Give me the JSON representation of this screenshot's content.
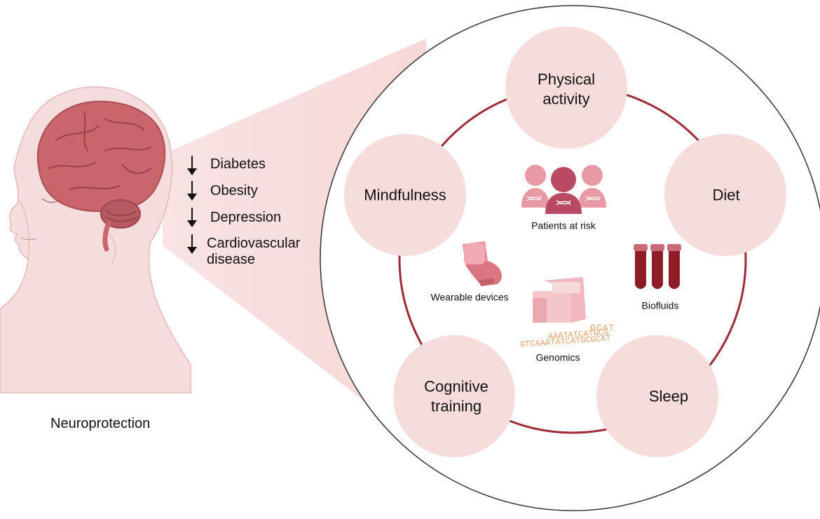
{
  "head": {
    "caption": "Neuroprotection"
  },
  "risk_factors": [
    {
      "label": "Diabetes"
    },
    {
      "label": "Obesity"
    },
    {
      "label": "Depression"
    },
    {
      "label": "Cardiovascular disease",
      "line1": "Cardiovascular",
      "line2": "disease"
    }
  ],
  "pillars": {
    "physical_activity": {
      "line1": "Physical",
      "line2": "activity"
    },
    "diet": {
      "label": "Diet"
    },
    "sleep": {
      "label": "Sleep"
    },
    "cognitive_training": {
      "line1": "Cognitive",
      "line2": "training"
    },
    "mindfulness": {
      "label": "Mindfulness"
    }
  },
  "center": {
    "patients": {
      "label": "Patients at risk",
      "icon": "patients-group-icon"
    },
    "wearables": {
      "label": "Wearable devices",
      "icon": "smartwatch-icon"
    },
    "biofluids": {
      "label": "Biofluids",
      "icon": "blood-tubes-icon"
    },
    "genomics": {
      "label": "Genomics",
      "icon": "sequencer-icon",
      "seq_lines": [
        "GCAT",
        "AAATATCATGCG",
        "GTCAAATATCATGCGCAT"
      ]
    }
  },
  "colors": {
    "node_fill": "#f7dcdc",
    "ring": "#9e2a37",
    "brain": "#c9666b",
    "skin": "#f6dcdc",
    "arrow": "#111111",
    "genomics_text": "#e8a06a"
  }
}
